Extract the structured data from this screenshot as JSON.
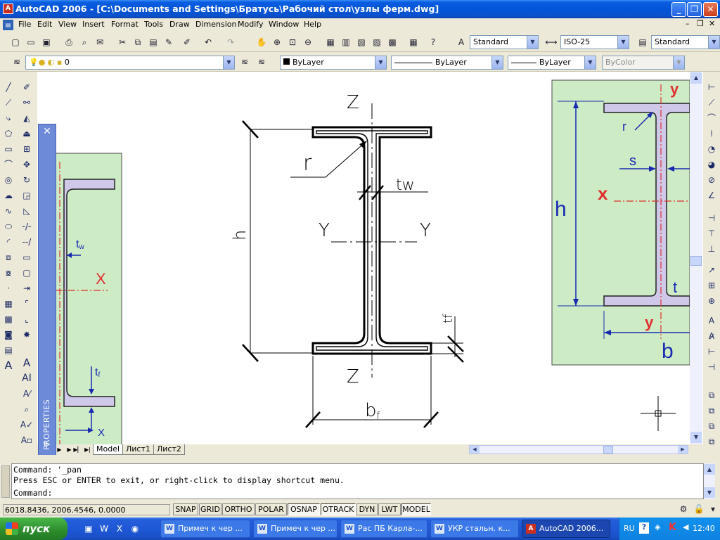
{
  "window": {
    "title": "AutoCAD 2006 - [C:\\Documents and Settings\\Братусь\\Рабочий стол\\узлы ферм.dwg]"
  },
  "menu": [
    "File",
    "Edit",
    "View",
    "Insert",
    "Format",
    "Tools",
    "Draw",
    "Dimension",
    "Modify",
    "Window",
    "Help"
  ],
  "toolbar": {
    "text_style": "Standard",
    "dim_style": "ISO-25",
    "table_style": "Standard",
    "layer": "0",
    "color": "ByLayer",
    "linetype": "ByLayer",
    "lineweight": "ByLayer",
    "plotstyle": "ByColor"
  },
  "drawing": {
    "z_top": "Z",
    "z_bottom": "Z",
    "y_left": "Y",
    "y_right": "Y",
    "r": "r",
    "tw": "tw",
    "tf": "tf",
    "h": "h",
    "bf_b": "b",
    "bf_sub": "f"
  },
  "left_image": {
    "tw_t": "t",
    "tw_sub": "w",
    "x": "X",
    "tf_t": "t",
    "tf_sub": "f",
    "x_small": "X"
  },
  "right_image": {
    "y_top": "y",
    "r": "r",
    "s": "s",
    "x": "x",
    "h": "h",
    "t": "t",
    "y_bottom": "y",
    "b": "b"
  },
  "properties_palette": {
    "title": "PROPERTIES"
  },
  "layout_tabs": [
    "Model",
    "Лист1",
    "Лист2"
  ],
  "command": {
    "line1": "Command: '_pan",
    "line2": "Press ESC or ENTER to exit, or right-click to display shortcut menu.",
    "prompt": "Command:"
  },
  "status": {
    "coords": "6018.8436, 2006.4546, 0.0000",
    "buttons": [
      "SNAP",
      "GRID",
      "ORTHO",
      "POLAR",
      "OSNAP",
      "OTRACK",
      "DYN",
      "LWT",
      "MODEL"
    ]
  },
  "taskbar": {
    "start": "пуск",
    "tasks": [
      "Примеч к чер ...",
      "Примеч к чер ...",
      "Рас ПБ Карла-...",
      "УКР стальн. к...",
      "AutoCAD 2006..."
    ],
    "lang": "RU",
    "time": "12:40"
  }
}
